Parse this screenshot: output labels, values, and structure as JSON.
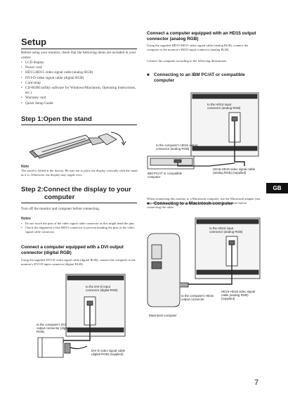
{
  "setup": {
    "title": "Setup",
    "intro": "Before using your monitor, check that the following items are included in your carton:",
    "items": [
      "LCD display",
      "Power cord",
      "HD15-HD15 video signal cable (analog RGB)",
      "DVI-D video signal cable (digital RGB)",
      "Cord strap",
      "CD-ROM (utility software for Windows/Macintosh, Operating Instructions, etc.)",
      "Warranty card",
      "Quick Setup Guide"
    ]
  },
  "step1": {
    "title": "Step 1:Open the stand",
    "note_heading": "Note",
    "note_text": "The stand is folded at the factory. Be sure not to place the display vertically with the stand as it is. Otherwise, the display may topple over."
  },
  "step2": {
    "title_line1": "Step 2:Connect the display to your",
    "title_line2": "computer",
    "intro": "Turn off the monitor and computer before connecting.",
    "notes_heading": "Notes",
    "notes": [
      "Do not touch the pins of the video signal cable connector as this might bend the pins.",
      "Check the alignment of the HD15 connector to prevent bending the pins of the video signal cable connector."
    ],
    "dvi_heading": "Connect a computer equipped with a DVI output connector (digital RGB)",
    "dvi_text": "Using the supplied DVI-D video signal cable (digital RGB), connect the computer to the monitor's DVI-D input connector (digital RGB).",
    "dvi_labels": {
      "input": "to the DVI-D input connector (digital RGB)",
      "output": "to the computer's DVI output connector (digital RGB)",
      "cable": "DVI-D video signal cable (digital RGB) (supplied)"
    }
  },
  "hd15": {
    "heading": "Connect a computer equipped with an HD15 output connector (analog RGB)",
    "text": "Using the supplied HD15-HD15 video signal cable (analog RGB), connect the computer to the monitor's HD15 input connector (analog RGB).",
    "text2": "Connect the computer according to the following illustrations.",
    "ibm_heading": "Connecting to an IBM PC/AT or compatible computer",
    "ibm_labels": {
      "input": "to the HD15 input connector (analog RGB)",
      "output": "to the computer's HD15 output connector (analog RGB)",
      "computer": "IBM PC/AT or compatible computer",
      "cable": "HD15-HD15 video signal cable (analog RGB) (supplied)"
    },
    "mac_heading": "Connecting to a Macintosh computer",
    "mac_text": "When connecting this monitor to a Macintosh computer, use the Macintosh adapter (not supplied) if necessary. Connect the Macintosh adapter to the computer before connecting the cable.",
    "mac_labels": {
      "input": "to the HD15 input connector (analog RGB)",
      "output": "to the computer's HD15 output connector",
      "cable": "HD15-HD15 video signal cable (analog RGB) (supplied)",
      "computer": "Macintosh computer"
    }
  },
  "tab_label": "GB",
  "page_number": "7"
}
